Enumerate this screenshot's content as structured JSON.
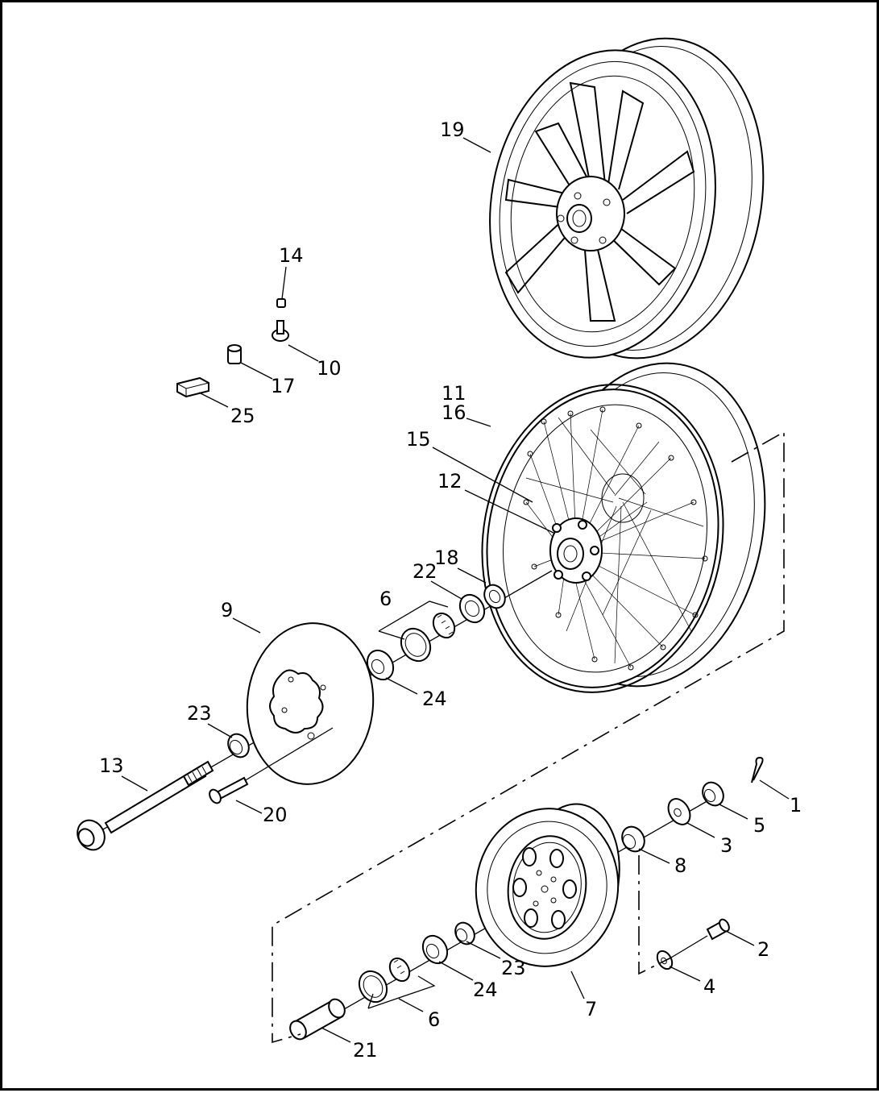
{
  "diagram": {
    "callouts": {
      "c1": "1",
      "c2": "2",
      "c3": "3",
      "c4": "4",
      "c5": "5",
      "c6a": "6",
      "c6b": "6",
      "c7": "7",
      "c8": "8",
      "c9": "9",
      "c10": "10",
      "c11": "11",
      "c12": "12",
      "c13": "13",
      "c14": "14",
      "c15": "15",
      "c16": "16",
      "c17": "17",
      "c18": "18",
      "c19": "19",
      "c20": "20",
      "c21": "21",
      "c22": "22",
      "c23a": "23",
      "c23b": "23",
      "c24a": "24",
      "c24b": "24",
      "c25": "25"
    }
  }
}
